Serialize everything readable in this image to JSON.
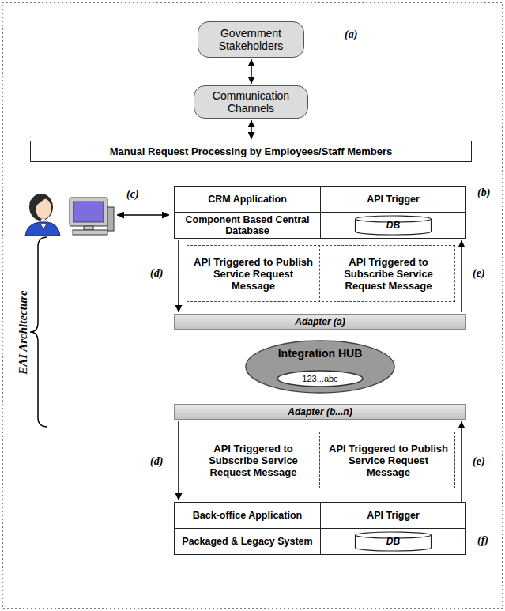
{
  "diagram": {
    "nodes": [
      {
        "text": [
          "Government Stakeholders"
        ]
      },
      {
        "text": [
          "Communication Channels"
        ]
      },
      {
        "text": [
          "Manual Request Processing by Employees/Staff Members"
        ]
      },
      {
        "text": [
          "CRM Application"
        ]
      },
      {
        "text": [
          "API Trigger"
        ]
      },
      {
        "text": [
          "Component Based Central Database"
        ]
      },
      {
        "text": [
          "DB"
        ]
      },
      {
        "text": [
          "API Triggered to Publish Service Request Message"
        ]
      },
      {
        "text": [
          "API Triggered to Subscribe Service Request Message"
        ]
      },
      {
        "text": [
          "Adapter (a)"
        ]
      },
      {
        "text": [
          "Integration HUB"
        ]
      },
      {
        "text": [
          "123...abc"
        ],
        "in": 10
      },
      {
        "text": [
          "Adapter (b...n)"
        ]
      },
      {
        "text": [
          "API Triggered to Subscribe Service Request Message"
        ]
      },
      {
        "text": [
          "API Triggered to Publish Service Request Message"
        ]
      },
      {
        "text": [
          "Back-office Application"
        ]
      },
      {
        "text": [
          "API Trigger"
        ]
      },
      {
        "text": [
          "Packaged & Legacy System"
        ]
      },
      {
        "text": [
          "DB"
        ]
      }
    ],
    "edges": [
      {
        "from": 0,
        "to": 1,
        "arrow": "both"
      },
      {
        "from": 1,
        "to": 2,
        "arrow": "both"
      },
      {
        "from": 5,
        "to": 9,
        "arrow": "to"
      },
      {
        "from": 9,
        "to": 6,
        "arrow": "to"
      },
      {
        "from": 12,
        "to": 15,
        "arrow": "to"
      },
      {
        "from": 18,
        "to": 12,
        "arrow": "to"
      }
    ],
    "labels": [
      "(a)",
      "(b)",
      "(c)",
      "(d)",
      "(e)",
      "EAI Architecture",
      "(d)",
      "(e)",
      "(f)"
    ]
  }
}
